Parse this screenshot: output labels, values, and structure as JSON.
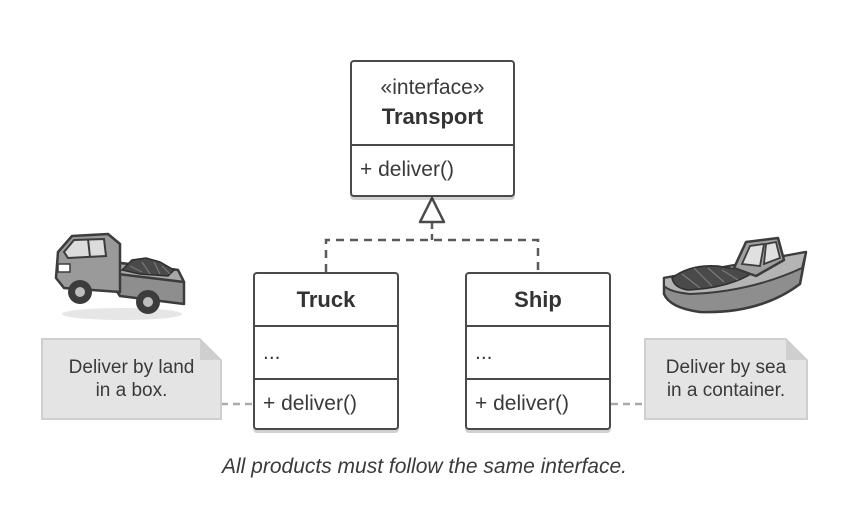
{
  "interface_box": {
    "stereotype": "«interface»",
    "name": "Transport",
    "method": "+ deliver()"
  },
  "truck_box": {
    "name": "Truck",
    "fields": "...",
    "method": "+ deliver()"
  },
  "ship_box": {
    "name": "Ship",
    "fields": "...",
    "method": "+ deliver()"
  },
  "truck_note": {
    "line1": "Deliver by land",
    "line2": "in a box."
  },
  "ship_note": {
    "line1": "Deliver by sea",
    "line2": "in a container."
  },
  "caption": "All products must follow the same interface.",
  "colors": {
    "border": "#4a4a4a",
    "note_fill": "#e4e4e4",
    "dash": "#5a5a5a"
  },
  "icons": [
    "truck-icon",
    "ship-icon"
  ]
}
